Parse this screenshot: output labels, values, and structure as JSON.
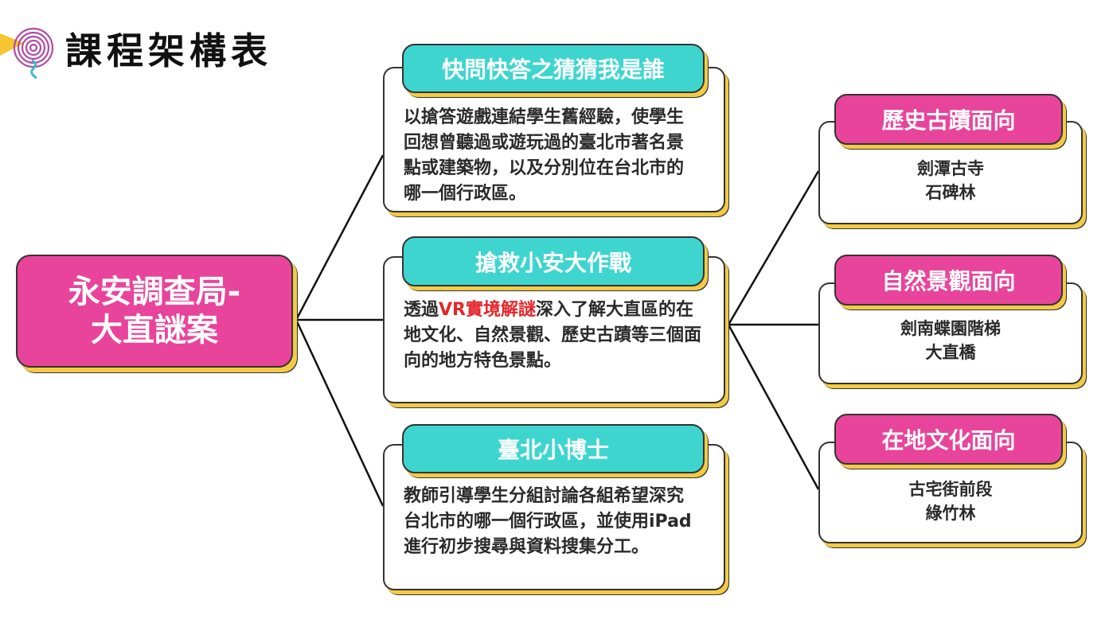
{
  "title": "課程架構表",
  "logo_icon": "spiral-icon",
  "colors": {
    "pink": "#e8449b",
    "teal": "#3fd5cf",
    "shadow": "#f2cb45",
    "highlight": "#e4262b"
  },
  "main": {
    "line1": "永安調查局-",
    "line2": "大直謎案"
  },
  "activities": [
    {
      "title": "快問快答之猜猜我是誰",
      "text": "以搶答遊戲連結學生舊經驗，使學生回想曾聽過或遊玩過的臺北市著名景點或建築物，以及分別位在台北市的哪一個行政區。"
    },
    {
      "title": "搶救小安大作戰",
      "text_pre": "透過",
      "text_highlight": "VR實境解謎",
      "text_post": "深入了解大直區的在地文化、自然景觀、歷史古蹟等三個面向的地方特色景點。"
    },
    {
      "title": "臺北小博士",
      "text": "教師引導學生分組討論各組希望深究台北市的哪一個行政區，並使用iPad進行初步搜尋與資料搜集分工。"
    }
  ],
  "aspects": [
    {
      "title": "歷史古蹟面向",
      "items": [
        "劍潭古寺",
        "石碑林"
      ]
    },
    {
      "title": "自然景觀面向",
      "items": [
        "劍南蝶園階梯",
        "大直橋"
      ]
    },
    {
      "title": "在地文化面向",
      "items": [
        "古宅街前段",
        "綠竹林"
      ]
    }
  ]
}
